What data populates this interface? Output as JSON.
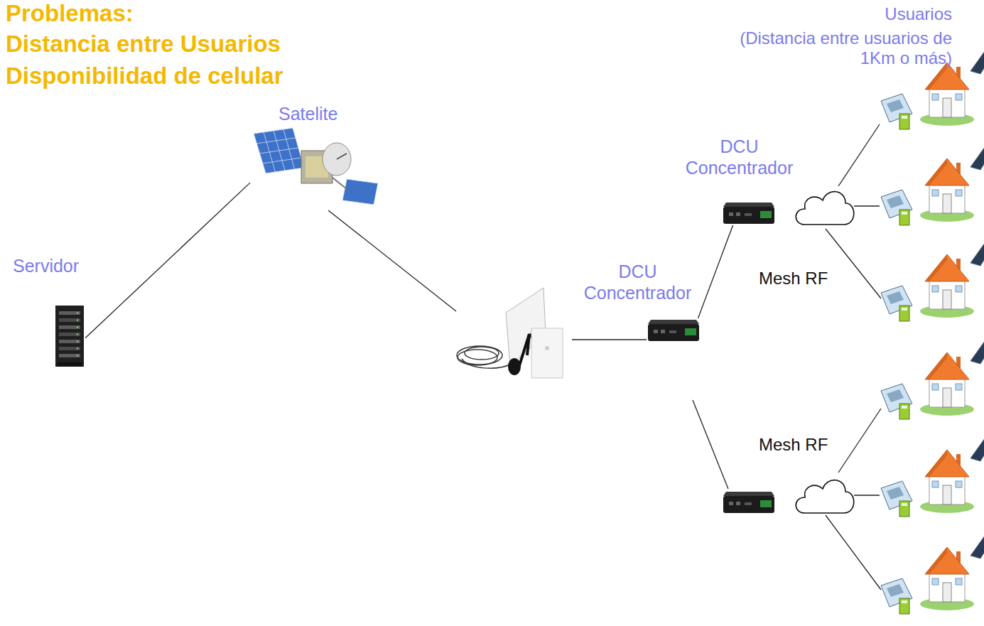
{
  "diagram": {
    "title": "Problemas:",
    "nodes": [
      {
        "text": [
          "Servidor"
        ]
      },
      {
        "text": [
          "Satelite"
        ]
      },
      {
        "text": [
          "DCU Concentrador"
        ]
      },
      {
        "text": [
          "DCU Concentrador"
        ]
      }
    ],
    "edges": [
      {
        "from": 0,
        "to": 1,
        "arrow": "none"
      },
      {
        "from": 2,
        "to": 3,
        "arrow": "none"
      }
    ],
    "labels": [
      "Distancia entre Usuarios",
      "Disponibilidad de celular",
      "Usuarios",
      "(Distancia entre usuarios de 1Km o más)",
      "Mesh RF",
      "Mesh RF"
    ]
  }
}
